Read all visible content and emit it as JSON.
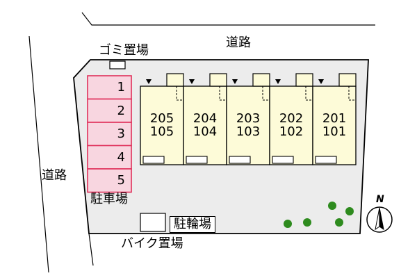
{
  "roads": {
    "top_label": "道路",
    "left_label": "道路"
  },
  "garbage": {
    "label": "ゴミ置場"
  },
  "parking": {
    "label": "駐車場",
    "slots": [
      "1",
      "2",
      "3",
      "4",
      "5"
    ],
    "fill_color": "#f8d6e0",
    "border_color": "#e0305a"
  },
  "building": {
    "fill_color": "#fdfbd8",
    "units": [
      {
        "upper": "205",
        "lower": "105"
      },
      {
        "upper": "204",
        "lower": "104"
      },
      {
        "upper": "203",
        "lower": "103"
      },
      {
        "upper": "202",
        "lower": "102"
      },
      {
        "upper": "201",
        "lower": "101"
      }
    ]
  },
  "bike_parking": {
    "label": "駐輪場"
  },
  "motorbike_parking": {
    "label": "バイク置場"
  },
  "compass": {
    "label": "N",
    "icon": "north-arrow-icon"
  },
  "site": {
    "fill_color": "#ececec",
    "tree_color": "#2e8b1e"
  }
}
